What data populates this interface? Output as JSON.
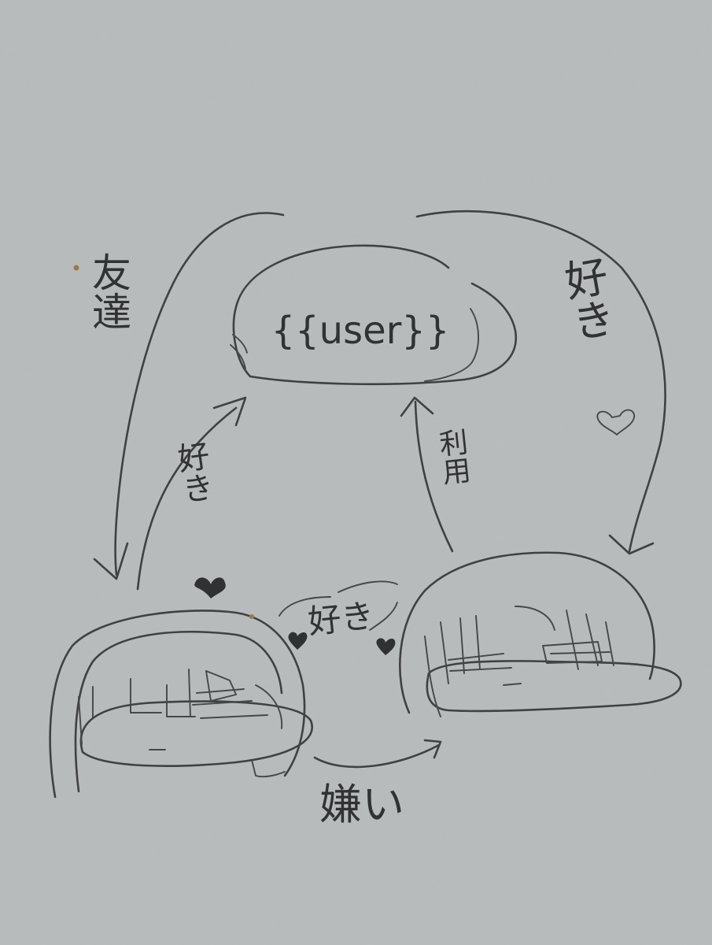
{
  "center": {
    "label": "{{user}}"
  },
  "labels": {
    "friend": "友達",
    "like_right": "好き",
    "like_left": "好き",
    "use": "利用",
    "like_middle": "好き",
    "dislike": "嫌い"
  },
  "colors": {
    "paper": "#b9bcbc",
    "pencil": "#3f4143"
  }
}
